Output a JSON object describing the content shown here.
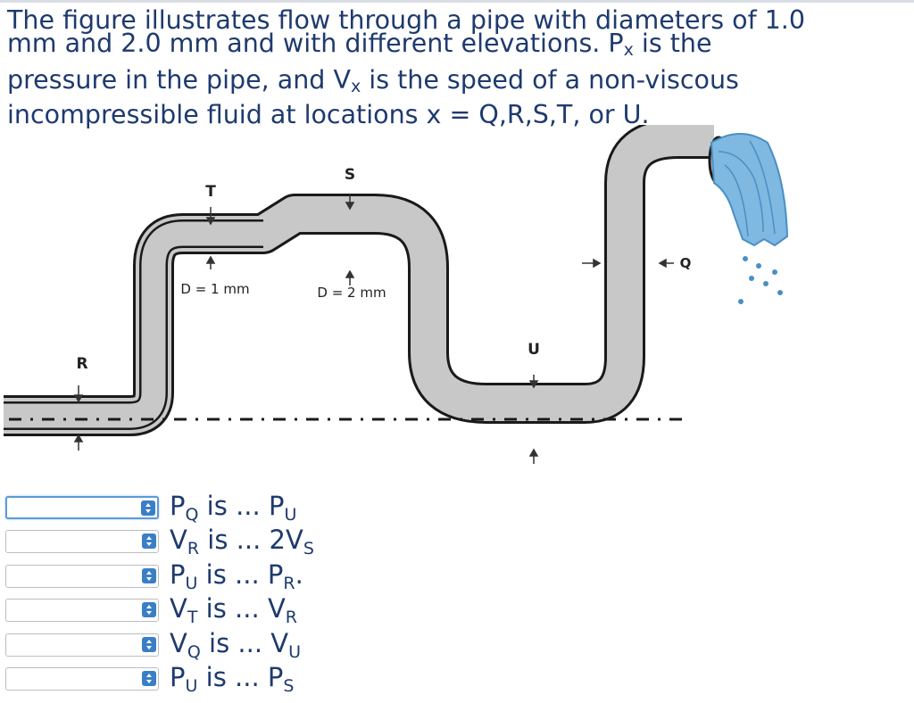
{
  "question": {
    "line1": "The figure illustrates flow through a pipe with diameters of 1.0",
    "line2_a": "mm and 2.0 mm and with different elevations. P",
    "line2_sub": "x",
    "line2_b": " is the",
    "line3_a": "pressure in the pipe, and V",
    "line3_sub": "x",
    "line3_b": " is the speed of a non-viscous",
    "line4": "incompressible fluid at locations x = Q,R,S,T, or U."
  },
  "figure": {
    "labels": {
      "T": "T",
      "S": "S",
      "R": "R",
      "U": "U",
      "Q": "Q",
      "d1": "D = 1 mm",
      "d2": "D = 2 mm"
    },
    "colors": {
      "pipe": "#c8c8c8",
      "pipe_edge": "#1a1a1a",
      "water": "#7fb8e0",
      "water_edge": "#4a8fc4"
    }
  },
  "rows": [
    {
      "selected": "",
      "left_var": "P",
      "left_sub": "Q",
      "mid": " is ... ",
      "right_coef": "",
      "right_var": "P",
      "right_sub": "U",
      "suffix": ""
    },
    {
      "selected": "",
      "left_var": "V",
      "left_sub": "R",
      "mid": " is ... ",
      "right_coef": "2",
      "right_var": "V",
      "right_sub": "S",
      "suffix": ""
    },
    {
      "selected": "",
      "left_var": "P",
      "left_sub": "U",
      "mid": " is ... ",
      "right_coef": "",
      "right_var": "P",
      "right_sub": "R",
      "suffix": "."
    },
    {
      "selected": "",
      "left_var": "V",
      "left_sub": "T",
      "mid": " is ... ",
      "right_coef": "",
      "right_var": "V",
      "right_sub": "R",
      "suffix": ""
    },
    {
      "selected": "",
      "left_var": "V",
      "left_sub": "Q",
      "mid": " is ... ",
      "right_coef": "",
      "right_var": "V",
      "right_sub": "U",
      "suffix": ""
    },
    {
      "selected": "",
      "left_var": "P",
      "left_sub": "U",
      "mid": " is ... ",
      "right_coef": "",
      "right_var": "P",
      "right_sub": "S",
      "suffix": ""
    }
  ]
}
